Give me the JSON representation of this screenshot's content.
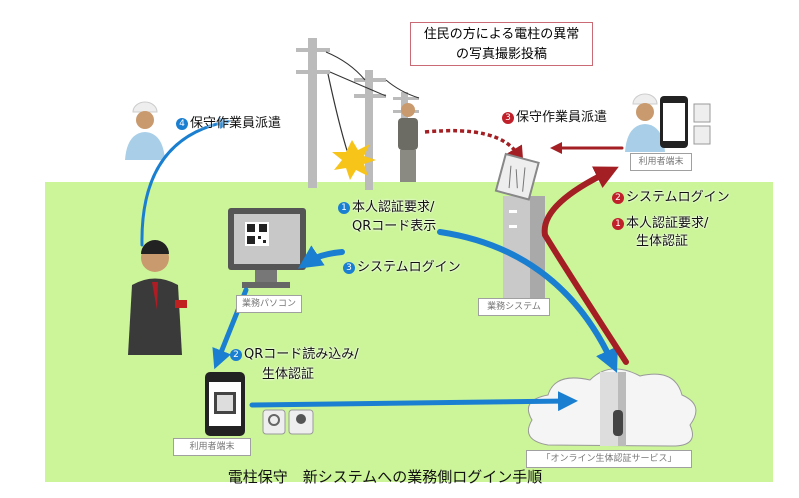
{
  "callout": {
    "line1": "住民の方による電柱の異常",
    "line2": "の写真撮影投稿"
  },
  "steps": {
    "dispatch_blue": {
      "num": "4",
      "label": "保守作業員派遣"
    },
    "dispatch_red": {
      "num": "3",
      "label": "保守作業員派遣"
    },
    "auth_qr": {
      "num": "1",
      "line1": "本人認証要求/",
      "line2": "QRコード表示"
    },
    "login_pc": {
      "num": "3",
      "label": "システムログイン"
    },
    "login_red": {
      "num": "2",
      "label": "システムログイン"
    },
    "auth_bio_red": {
      "num": "1",
      "line1": "本人認証要求/",
      "line2": "生体認証"
    },
    "qr_read": {
      "num": "2",
      "line1": "QRコード読み込み/",
      "line2": "生体認証"
    }
  },
  "labels": {
    "user_terminal_top": "利用者端末",
    "business_system": "業務システム",
    "business_pc": "業務パソコン",
    "user_terminal_bottom": "利用者端末",
    "online_service": "「オンライン生体認証サービス」"
  },
  "title": "電柱保守　新システムへの業務側ログイン手順",
  "colors": {
    "green": "#ccf59a",
    "blue": "#1a7fd0",
    "red": "#a31f23"
  }
}
